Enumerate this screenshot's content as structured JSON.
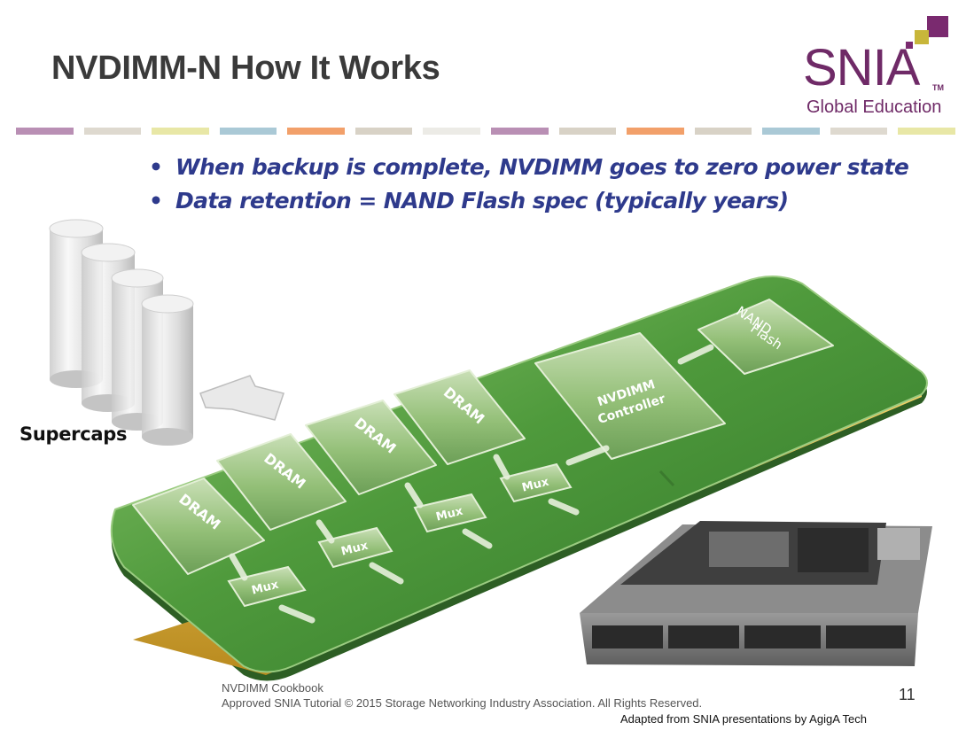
{
  "slide": {
    "title": "NVDIMM-N How It Works",
    "bullets": [
      "When backup is complete, NVDIMM goes to zero power state",
      "Data retention = NAND Flash spec (typically years)"
    ],
    "page_number": "11"
  },
  "logo": {
    "name": "SNIA",
    "trademark": "TM",
    "subtitle": "Global Education",
    "color": "#6f2a67",
    "accent": "#c8b63a"
  },
  "divider_colors": [
    "#b98fb4",
    "#ded9cf",
    "#e8e7a6",
    "#aac9d6",
    "#f2a06a",
    "#d8d2c6",
    "#ecebe6",
    "#b98fb4",
    "#d8d2c6",
    "#f2a06a",
    "#d8d2c6",
    "#aac9d6",
    "#ded9cf",
    "#e8e7a6"
  ],
  "diagram": {
    "supercaps_label": "Supercaps",
    "controller_label": [
      "NVDIMM",
      "Controller"
    ],
    "flash_label": [
      "NAND",
      "Flash"
    ],
    "dram_label": "DRAM",
    "mux_label": "Mux",
    "board_color": "#4f9a3c",
    "edge_color": "#e5b83a"
  },
  "footer": {
    "line1": "NVDIMM Cookbook",
    "line2": "Approved SNIA Tutorial © 2015 Storage Networking Industry Association. All Rights Reserved.",
    "credit": "Adapted from SNIA presentations by AgigA Tech"
  }
}
